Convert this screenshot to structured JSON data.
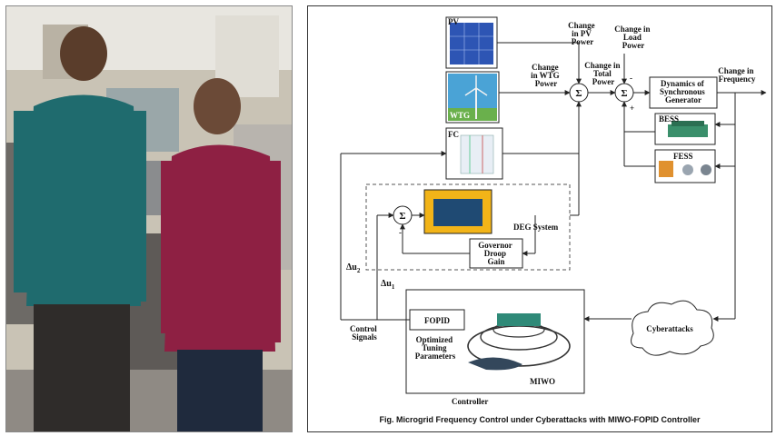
{
  "diagram": {
    "blocks": {
      "pv": "PV",
      "wtg": "WTG",
      "fc": "FC",
      "dynamics": [
        "Dynamics of",
        "Synchronous",
        "Generator"
      ],
      "bess": "BESS",
      "fess": "FESS",
      "deg_system": "DEG System",
      "governor": [
        "Governor",
        "Droop",
        "Gain"
      ],
      "fopid": "FOPID",
      "miwo": "MIWO",
      "controller": "Controller",
      "cyberattacks": "Cyberattacks"
    },
    "labels": {
      "change_pv": [
        "Change",
        "in PV",
        "Power"
      ],
      "change_load": [
        "Change in",
        "Load",
        "Power"
      ],
      "change_wtg": [
        "Change",
        "in WTG",
        "Power"
      ],
      "change_total": [
        "Change in",
        "Total",
        "Power"
      ],
      "change_freq": [
        "Change in",
        "Frequency"
      ],
      "du2": "Δu",
      "du2_sub": "2",
      "du1": "Δu",
      "du1_sub": "1",
      "control_signals": [
        "Control",
        "Signals"
      ],
      "optimized": [
        "Optimized",
        "Tuning",
        "Parameters"
      ],
      "sigma": "Σ",
      "minus": "-",
      "plus": "+"
    },
    "caption": "Fig. Microgrid Frequency Control under Cyberattacks with MIWO-FOPID Controller"
  }
}
